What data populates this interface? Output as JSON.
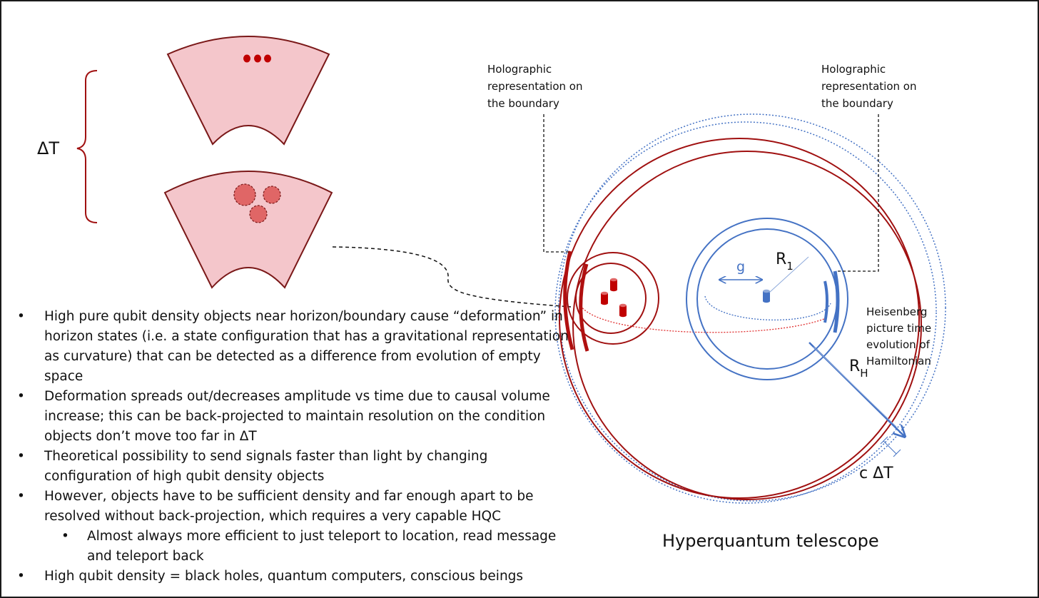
{
  "left_panel": {
    "delta_t_label": "ΔT"
  },
  "annotations": {
    "holographic_left": [
      "Holographic",
      "representation on",
      "the boundary"
    ],
    "holographic_right": [
      "Holographic",
      "representation on",
      "the boundary"
    ],
    "heisenberg": [
      "Heisenberg",
      "picture time",
      "evolution of",
      "Hamiltonian"
    ],
    "g_label": "g",
    "r1_label": "R",
    "r1_sub": "1",
    "rh_label": "R",
    "rh_sub": "H",
    "c_delta_t": "c ΔT"
  },
  "telescope_title": "Hyperquantum telescope",
  "bullets": [
    {
      "level": 1,
      "text": "High pure qubit density objects near horizon/boundary cause “deformation” in horizon states (i.e. a state configuration that has a gravitational representation as curvature) that can be detected as a difference from evolution of empty space"
    },
    {
      "level": 1,
      "text": "Deformation spreads out/decreases amplitude vs time due to causal volume increase; this can be back-projected to maintain resolution on the condition objects don’t move too far in ΔT"
    },
    {
      "level": 1,
      "text": "Theoretical possibility to send signals faster than light by changing configuration of high qubit density objects"
    },
    {
      "level": 1,
      "text": "However, objects have to be sufficient density and far enough apart to be resolved without back-projection, which requires a very capable HQC"
    },
    {
      "level": 2,
      "text": "Almost always more efficient to just teleport to location, read message and teleport back"
    },
    {
      "level": 1,
      "text": "High qubit density = black holes, quantum computers, conscious beings"
    }
  ],
  "colors": {
    "dark_red": "#a01010",
    "fill_pink": "#f4c6cb",
    "outline_maroon": "#7a1818",
    "blue": "#4472c4",
    "dot_red": "#c00000",
    "sphere_red": "#e06666"
  }
}
